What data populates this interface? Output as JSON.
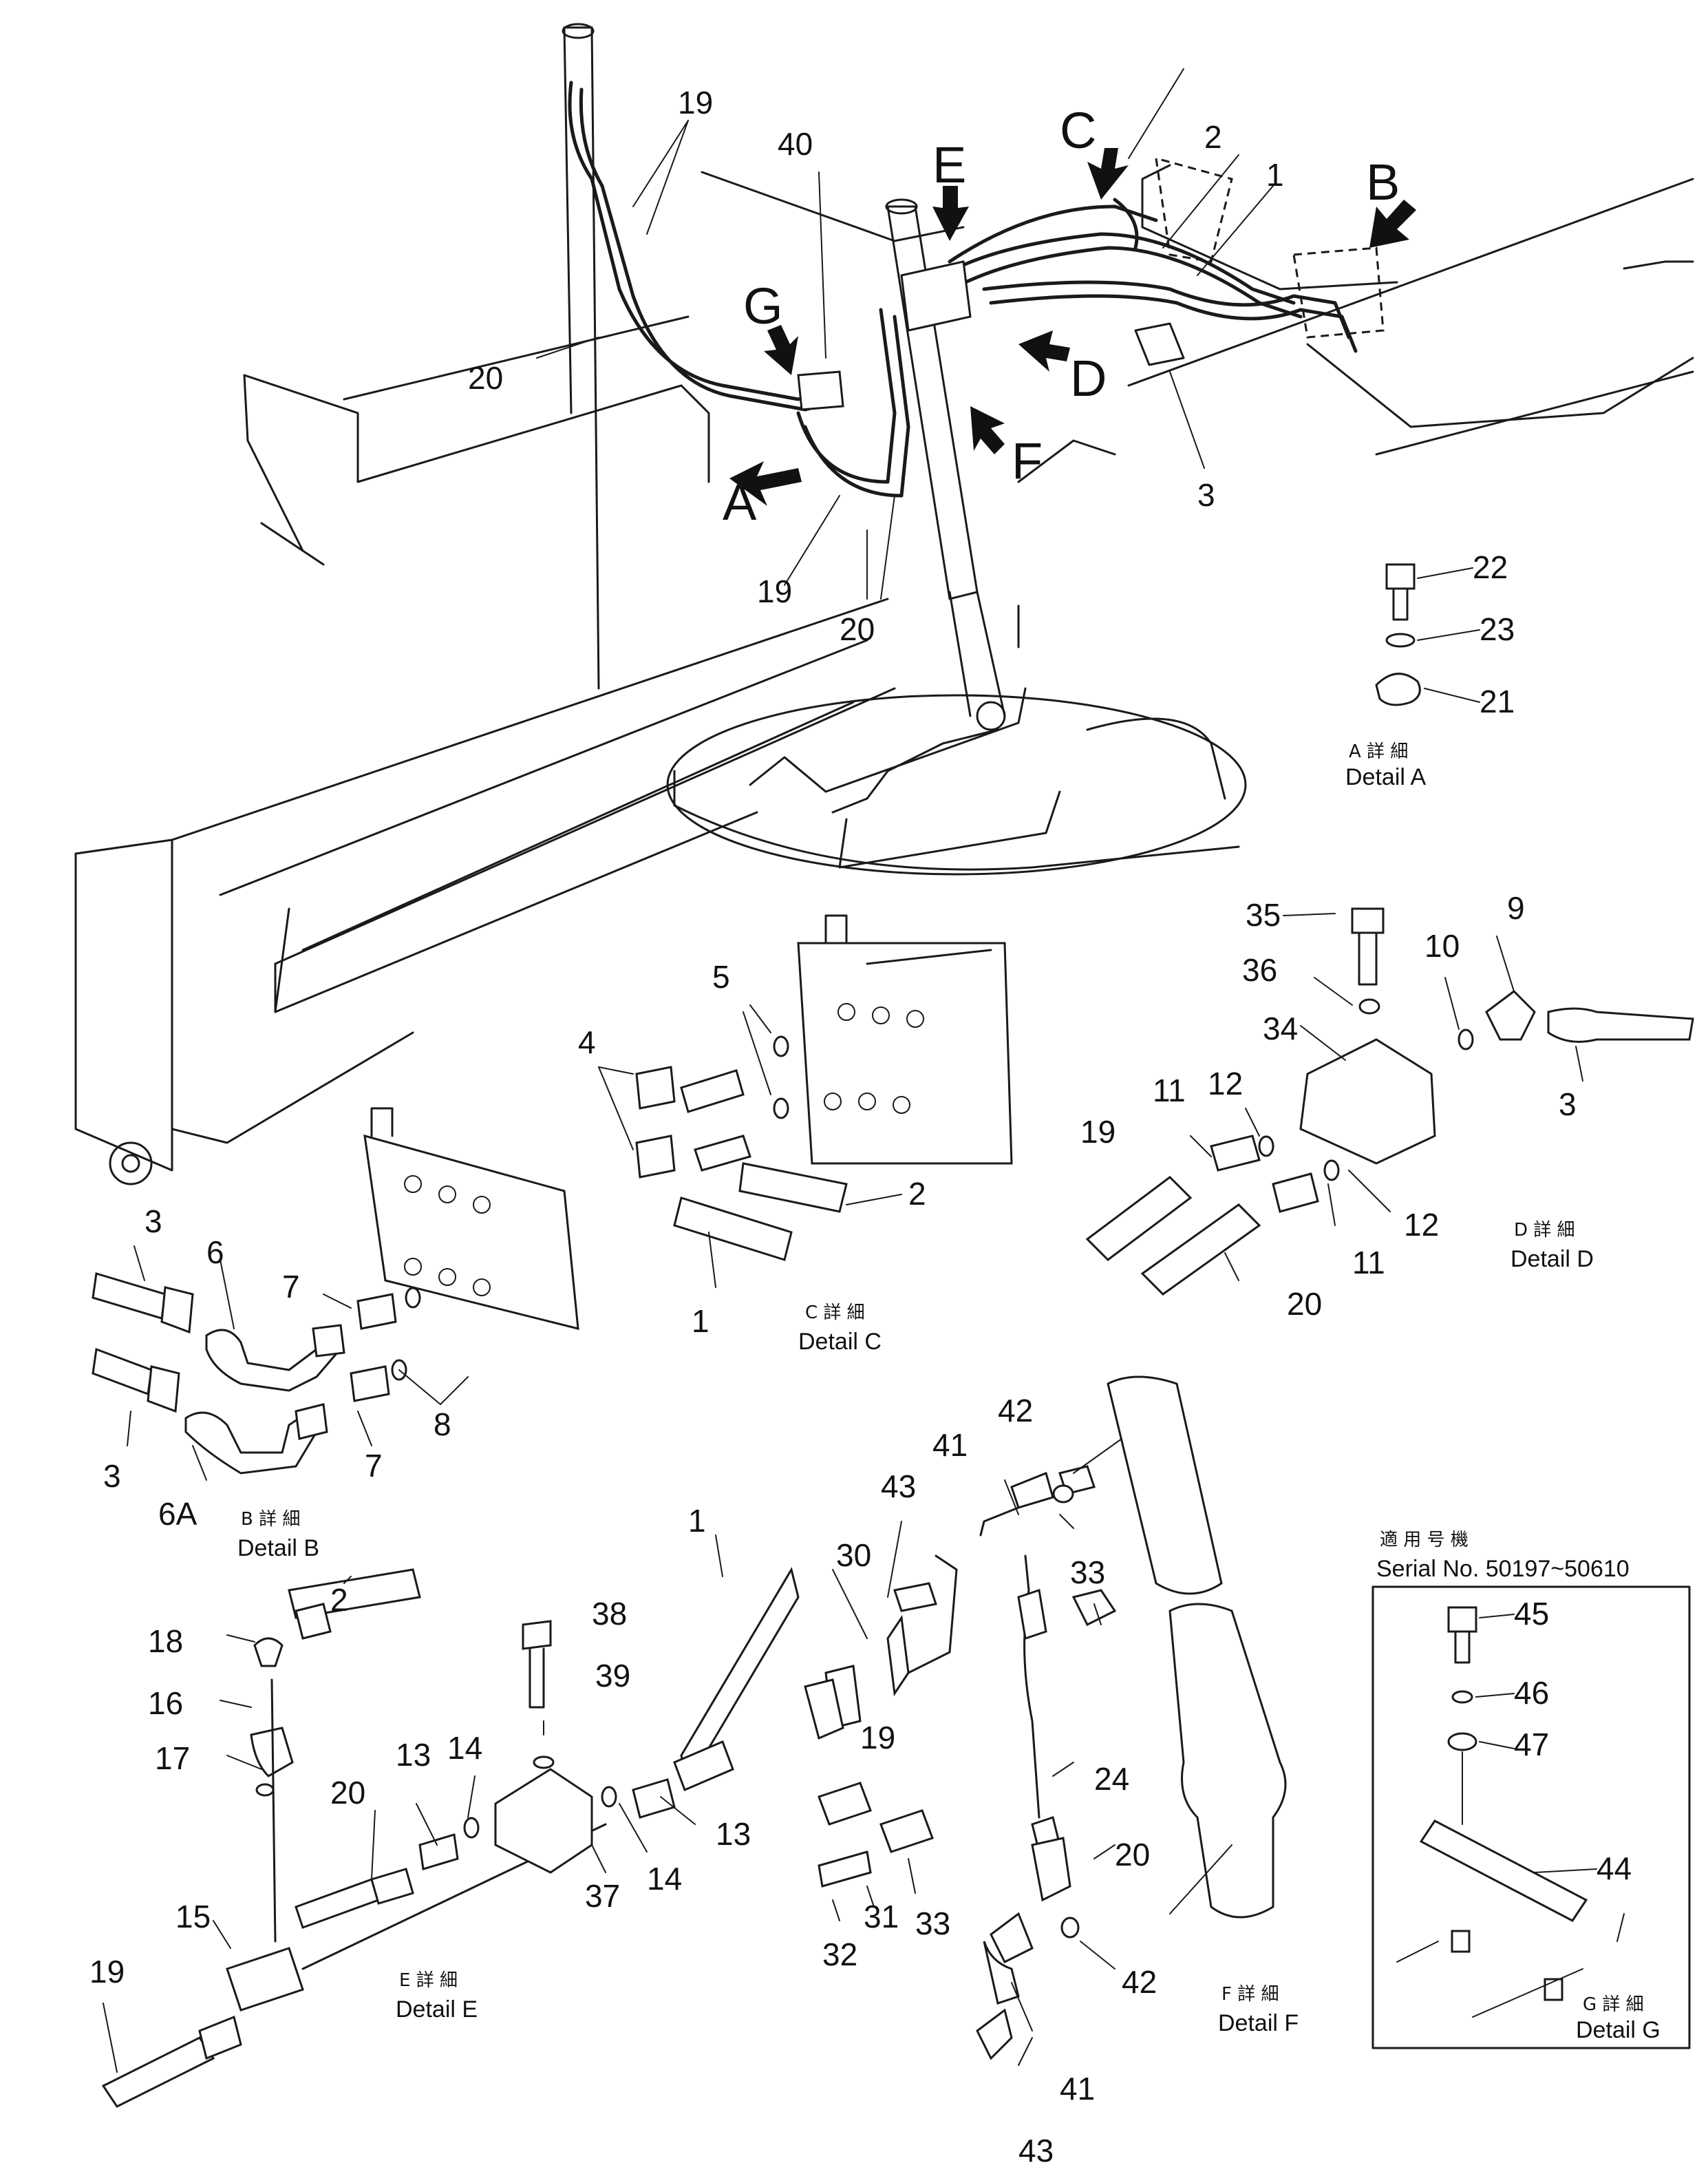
{
  "callouts": {
    "c1": "1",
    "c2": "2",
    "c3": "3",
    "c19": "19",
    "c20": "20",
    "c40": "40",
    "c22": "22",
    "c23": "23",
    "c21": "21",
    "c35": "35",
    "c36": "36",
    "c34": "34",
    "c10": "10",
    "c9": "9",
    "c12": "12",
    "c11": "11",
    "c4": "4",
    "c5": "5",
    "c6": "6",
    "c6a": "6A",
    "c7": "7",
    "c8": "8",
    "c18": "18",
    "c16": "16",
    "c17": "17",
    "c15": "15",
    "c13": "13",
    "c14": "14",
    "c37": "37",
    "c38": "38",
    "c39": "39",
    "c30": "30",
    "c31": "31",
    "c32": "32",
    "c33": "33",
    "c24": "24",
    "c41": "41",
    "c42": "42",
    "c43": "43",
    "c44": "44",
    "c45": "45",
    "c46": "46",
    "c47": "47"
  },
  "view_letters": {
    "A": "A",
    "B": "B",
    "C": "C",
    "D": "D",
    "E": "E",
    "F": "F",
    "G": "G"
  },
  "details": {
    "a_jp": "A 詳 細",
    "a": "Detail A",
    "b_jp": "B 詳 細",
    "b": "Detail B",
    "c_jp": "C 詳 細",
    "c": "Detail C",
    "d_jp": "D 詳 細",
    "d": "Detail D",
    "e_jp": "E 詳 細",
    "e": "Detail E",
    "f_jp": "F 詳 細",
    "f": "Detail F",
    "g_jp": "G 詳 細",
    "g": "Detail G"
  },
  "serial": {
    "jp": "適 用 号 機",
    "text": "Serial No. 50197~50610"
  }
}
